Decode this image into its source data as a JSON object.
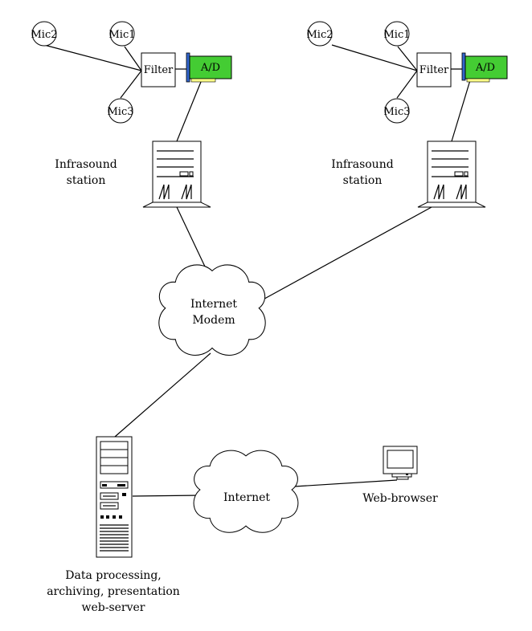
{
  "stations": [
    {
      "mics": [
        "Mic2",
        "Mic1",
        "Mic3"
      ],
      "filter_label": "Filter",
      "ad_label": "A/D",
      "caption_lines": [
        "Infrasound",
        "station"
      ]
    },
    {
      "mics": [
        "Mic2",
        "Mic1",
        "Mic3"
      ],
      "filter_label": "Filter",
      "ad_label": "A/D",
      "caption_lines": [
        "Infrasound",
        "station"
      ]
    }
  ],
  "modem_cloud": {
    "lines": [
      "Internet",
      "Modem"
    ]
  },
  "internet_cloud": {
    "label": "Internet"
  },
  "browser": {
    "label": "Web-browser"
  },
  "server": {
    "caption_lines": [
      "Data processing,",
      "archiving, presentation",
      "web-server"
    ]
  },
  "colors": {
    "ad_card": "#44cc33",
    "ad_contacts": "#ffff88",
    "ad_bracket": "#3366cc"
  }
}
